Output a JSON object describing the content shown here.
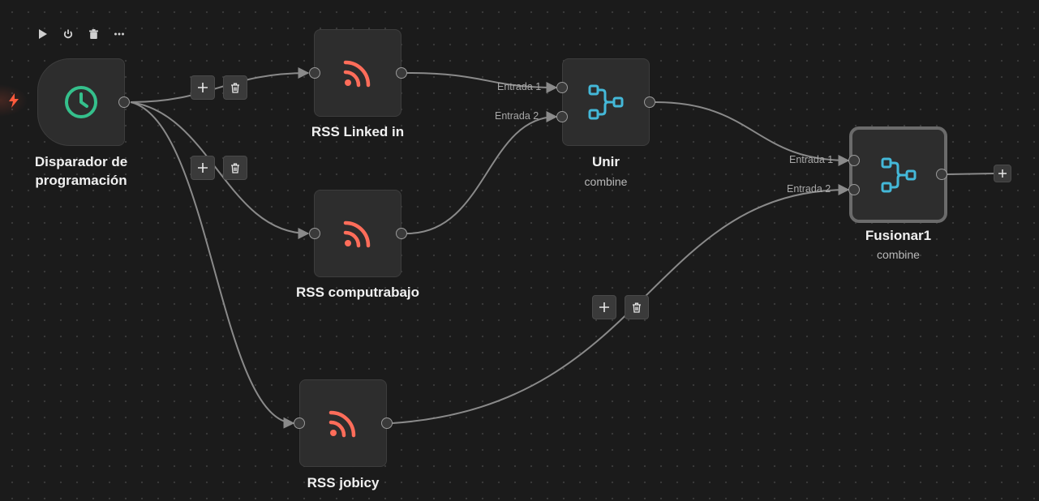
{
  "canvas": {
    "background": "#1b1b1b",
    "edge_color": "#8a8a8a"
  },
  "toolbar": {
    "execute_icon": "play-icon",
    "deactivate_icon": "power-icon",
    "delete_icon": "trash-icon",
    "more_icon": "ellipsis-icon"
  },
  "nodes": {
    "trigger": {
      "title": "Disparador de programación",
      "title_line1": "Disparador de",
      "title_line2": "programación",
      "icon": "clock-icon",
      "icon_color": "#35c08c",
      "marker_icon": "lightning-icon",
      "marker_color": "#ff5a3c"
    },
    "rss_linkedin": {
      "title": "RSS Linked in",
      "icon": "rss-icon",
      "icon_color": "#ff6d5a"
    },
    "rss_computrabajo": {
      "title": "RSS computrabajo",
      "icon": "rss-icon",
      "icon_color": "#ff6d5a"
    },
    "rss_jobicy": {
      "title": "RSS jobicy",
      "icon": "rss-icon",
      "icon_color": "#ff6d5a"
    },
    "unir": {
      "title": "Unir",
      "subtitle": "combine",
      "icon": "merge-icon",
      "icon_color": "#44b8d8",
      "input1": "Entrada 1",
      "input2": "Entrada 2"
    },
    "fusionar1": {
      "title": "Fusionar1",
      "subtitle": "combine",
      "icon": "merge-icon",
      "icon_color": "#44b8d8",
      "input1": "Entrada 1",
      "input2": "Entrada 2"
    }
  },
  "edge_actions": {
    "add_icon": "plus-icon",
    "delete_icon": "trash-icon"
  }
}
